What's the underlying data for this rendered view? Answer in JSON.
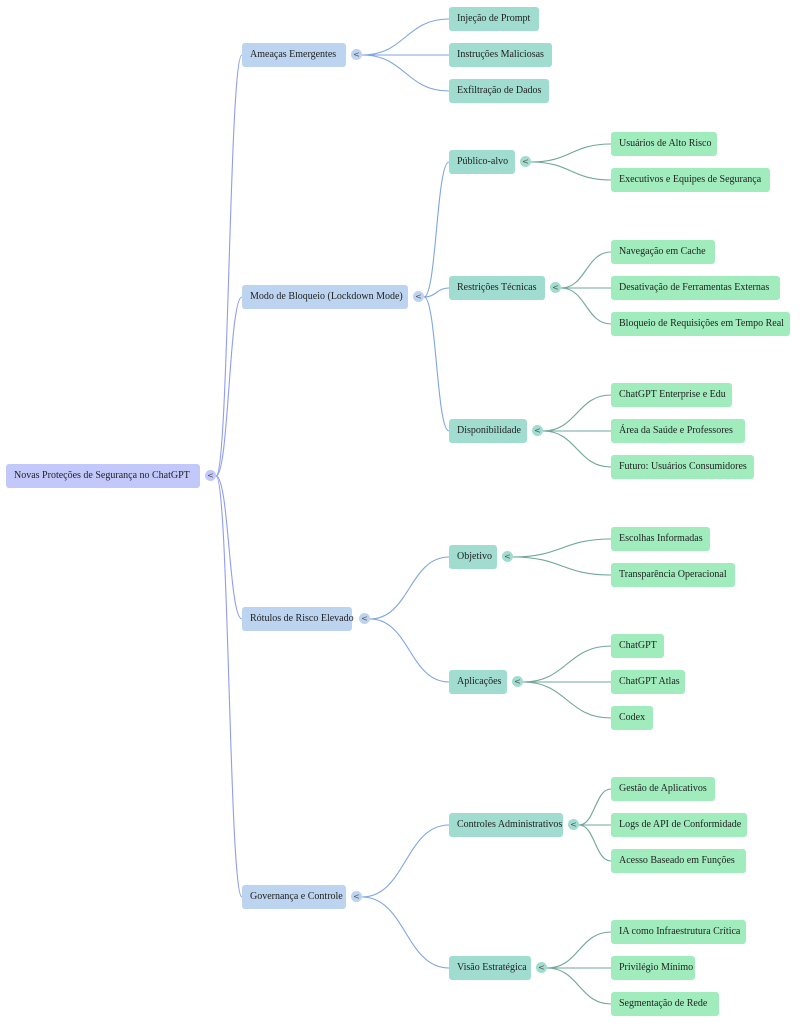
{
  "mindmap": {
    "root": {
      "label": "Novas Proteções de Segurança no ChatGPT",
      "toggle": "<",
      "children": [
        {
          "label": "Ameaças Emergentes",
          "toggle": "<",
          "children": [
            {
              "label": "Injeção de Prompt"
            },
            {
              "label": "Instruções Maliciosas"
            },
            {
              "label": "Exfiltração de Dados"
            }
          ]
        },
        {
          "label": "Modo de Bloqueio (Lockdown Mode)",
          "toggle": "<",
          "children": [
            {
              "label": "Público-alvo",
              "toggle": "<",
              "children": [
                {
                  "label": "Usuários de Alto Risco"
                },
                {
                  "label": "Executivos e Equipes de Segurança"
                }
              ]
            },
            {
              "label": "Restrições Técnicas",
              "toggle": "<",
              "children": [
                {
                  "label": "Navegação em Cache"
                },
                {
                  "label": "Desativação de Ferramentas Externas"
                },
                {
                  "label": "Bloqueio de Requisições em Tempo Real"
                }
              ]
            },
            {
              "label": "Disponibilidade",
              "toggle": "<",
              "children": [
                {
                  "label": "ChatGPT Enterprise e Edu"
                },
                {
                  "label": "Área da Saúde e Professores"
                },
                {
                  "label": "Futuro: Usuários Consumidores"
                }
              ]
            }
          ]
        },
        {
          "label": "Rótulos de Risco Elevado",
          "toggle": "<",
          "children": [
            {
              "label": "Objetivo",
              "toggle": "<",
              "children": [
                {
                  "label": "Escolhas Informadas"
                },
                {
                  "label": "Transparência Operacional"
                }
              ]
            },
            {
              "label": "Aplicações",
              "toggle": "<",
              "children": [
                {
                  "label": "ChatGPT"
                },
                {
                  "label": "ChatGPT Atlas"
                },
                {
                  "label": "Codex"
                }
              ]
            }
          ]
        },
        {
          "label": "Governança e Controle",
          "toggle": "<",
          "children": [
            {
              "label": "Controles Administrativos",
              "toggle": "<",
              "children": [
                {
                  "label": "Gestão de Aplicativos"
                },
                {
                  "label": "Logs de API de Conformidade"
                },
                {
                  "label": "Acesso Baseado em Funções"
                }
              ]
            },
            {
              "label": "Visão Estratégica",
              "toggle": "<",
              "children": [
                {
                  "label": "IA como Infraestrutura Crítica"
                },
                {
                  "label": "Privilégio Mínimo"
                },
                {
                  "label": "Segmentação de Rede"
                }
              ]
            }
          ]
        }
      ]
    },
    "colors": {
      "root": "#c3c8fb",
      "level1": "#bcd4ef",
      "level2": "#a0dccf",
      "level3": "#a0ecbd",
      "link_root": "#8f9cf0",
      "link_level1": "#7ea6de",
      "link_level2": "#6fa898"
    }
  }
}
